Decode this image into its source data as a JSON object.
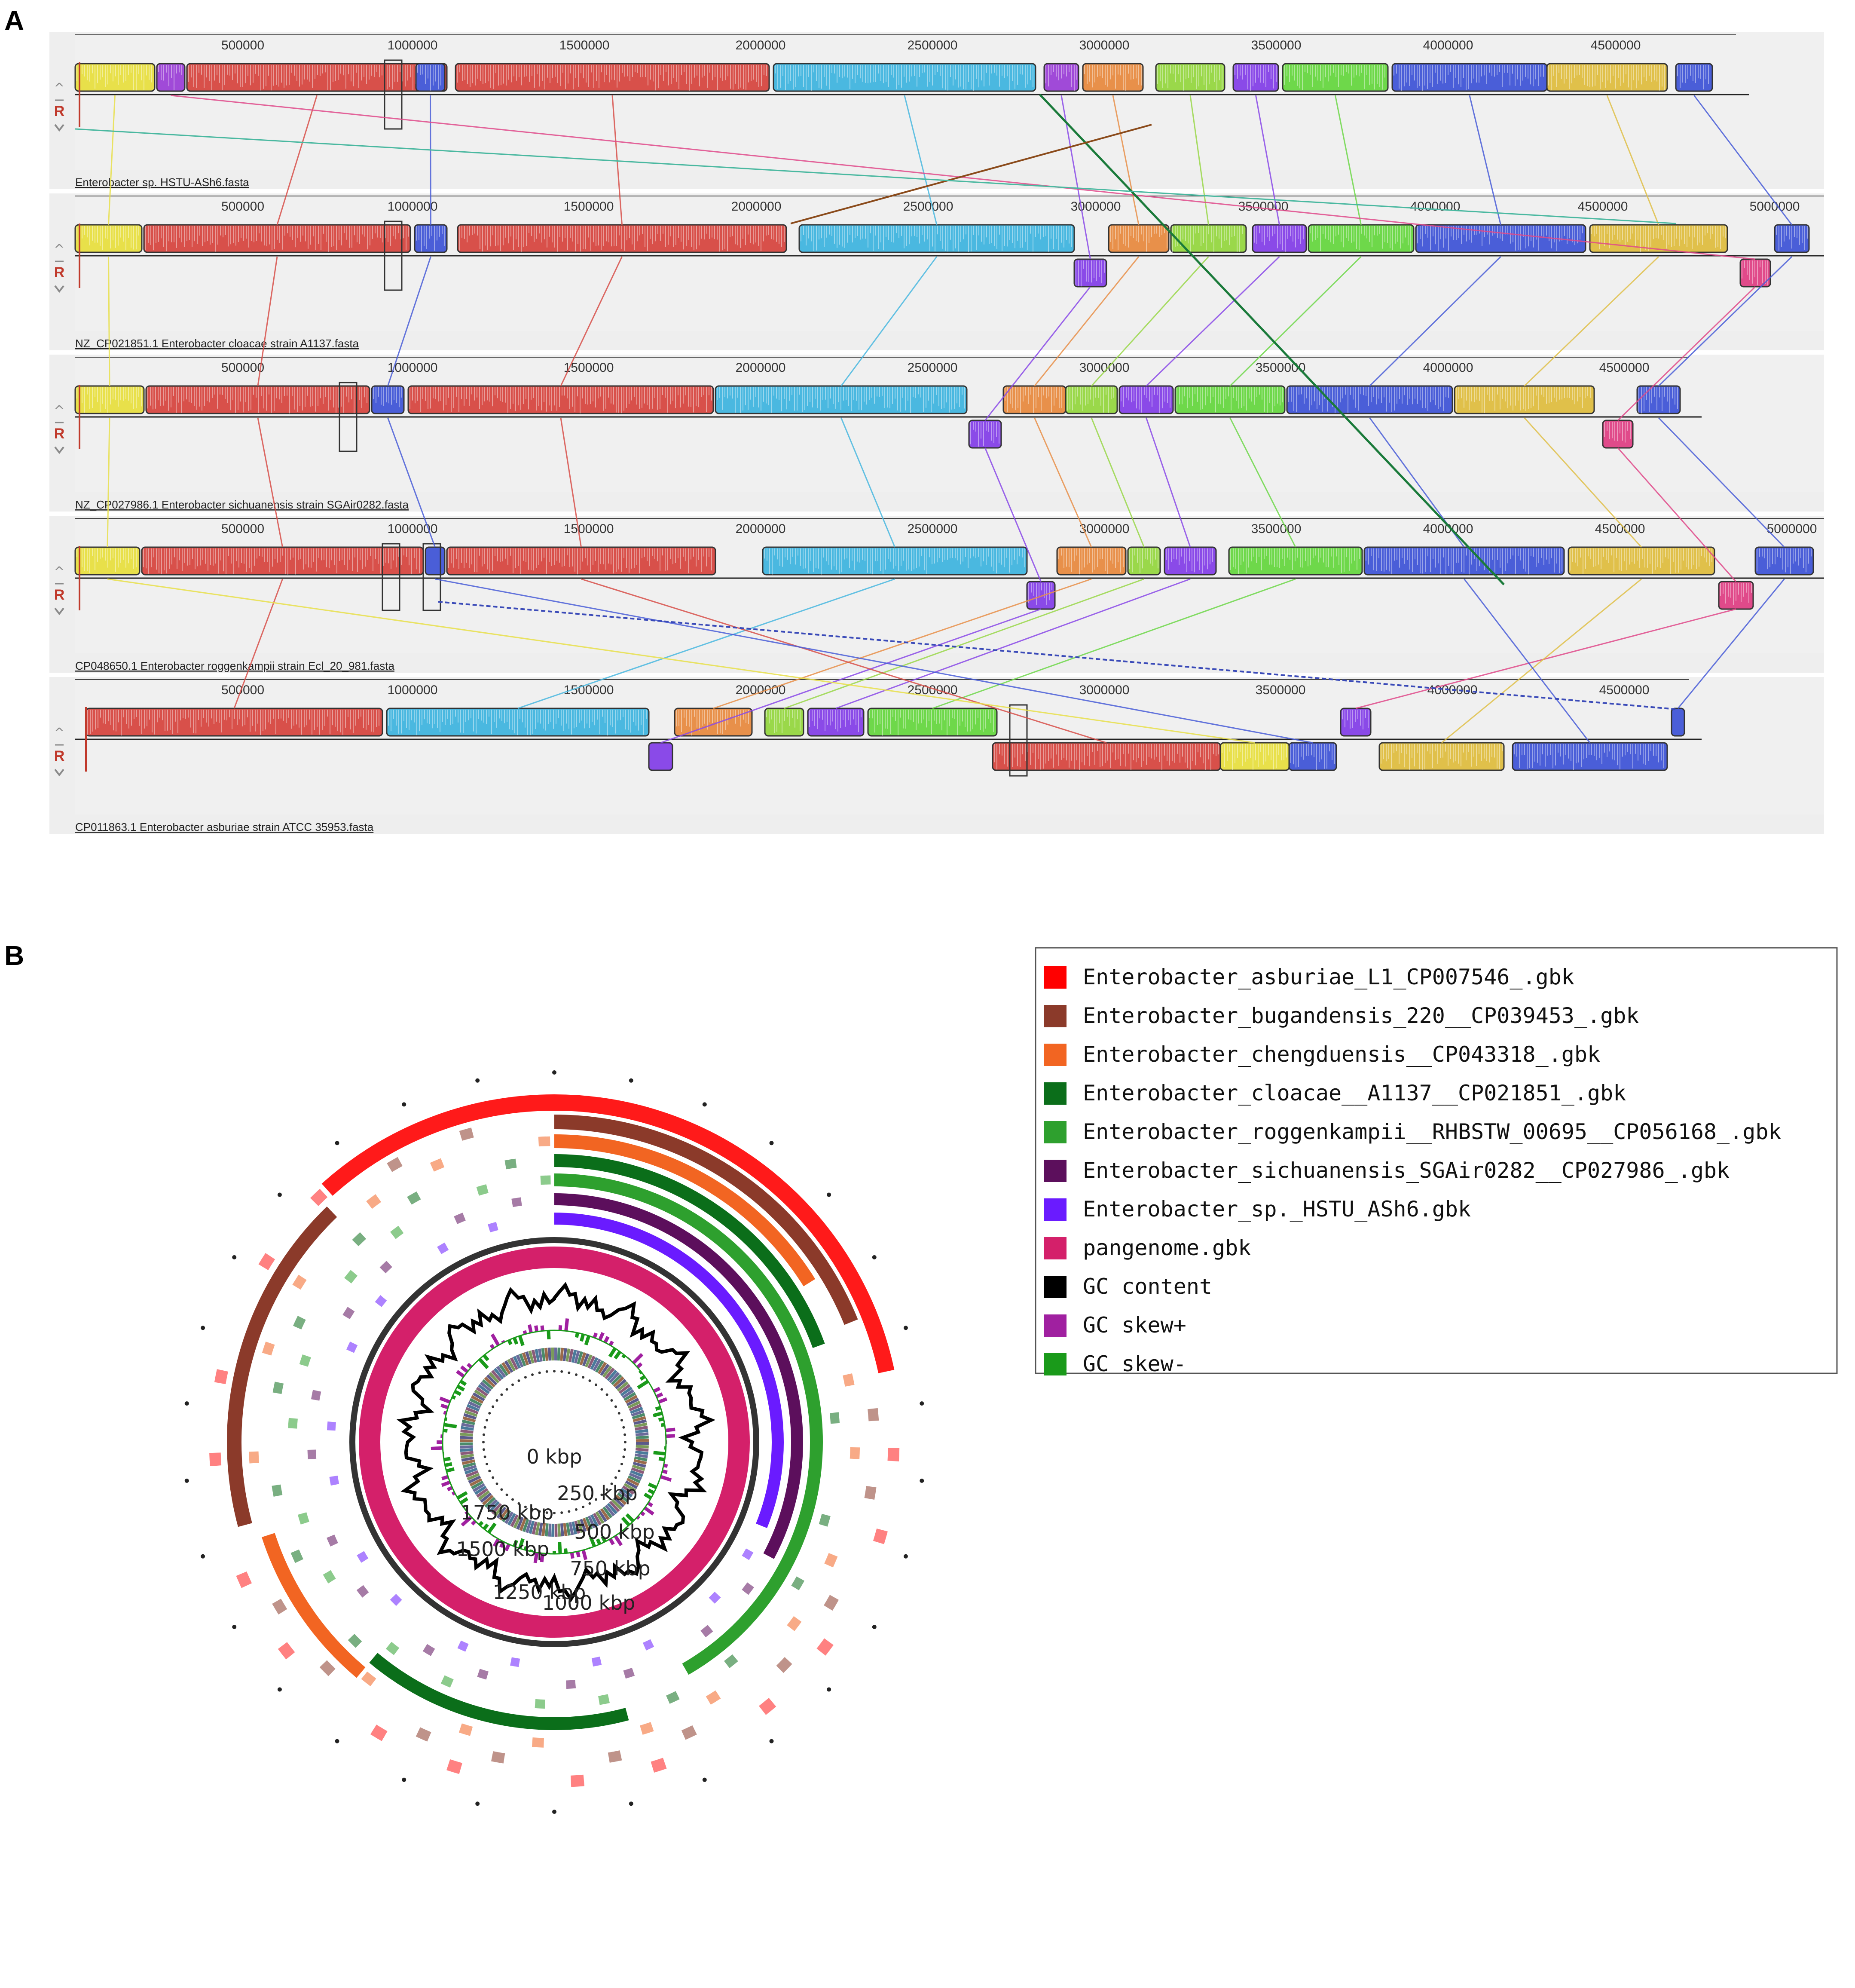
{
  "panel_a": {
    "letter": "A",
    "controls": {
      "up": "^",
      "reverse": "R",
      "down": "v",
      "dash": "−"
    },
    "genomes": [
      {
        "title": "Enterobacter sp. HSTU-ASh6.fasta",
        "ticks": [
          "500000",
          "1000000",
          "1500000",
          "2000000",
          "2500000",
          "3000000",
          "3500000",
          "4000000",
          "4500000"
        ]
      },
      {
        "title": "NZ_CP021851.1 Enterobacter cloacae strain A1137.fasta",
        "ticks": [
          "500000",
          "1000000",
          "1500000",
          "2000000",
          "2500000",
          "3000000",
          "3500000",
          "4000000",
          "4500000",
          "5000000"
        ]
      },
      {
        "title": "NZ_CP027986.1 Enterobacter sichuanensis strain SGAir0282.fasta",
        "ticks": [
          "500000",
          "1000000",
          "1500000",
          "2000000",
          "2500000",
          "3000000",
          "3500000",
          "4000000",
          "4500000"
        ]
      },
      {
        "title": "CP048650.1 Enterobacter roggenkampii strain Ecl_20_981.fasta",
        "ticks": [
          "500000",
          "1000000",
          "1500000",
          "2000000",
          "2500000",
          "3000000",
          "3500000",
          "4000000",
          "4500000",
          "5000000"
        ]
      },
      {
        "title": "CP011863.1 Enterobacter asburiae strain ATCC 35953.fasta",
        "ticks": [
          "500000",
          "1000000",
          "1500000",
          "2000000",
          "2500000",
          "3000000",
          "3500000",
          "4000000",
          "4500000"
        ]
      }
    ],
    "block_colors": {
      "yellow": "#e8e04a",
      "purple": "#a04ad8",
      "red": "#d8504a",
      "cyan": "#4ab8e0",
      "orange": "#e8904a",
      "lime": "#9ad84a",
      "violet": "#8a4ae8",
      "green": "#6ed84a",
      "blue": "#4a5ed8",
      "gold": "#e0c04a",
      "pink": "#e04a8a"
    }
  },
  "panel_b": {
    "letter": "B",
    "ring_labels": [
      "0 kbp",
      "250 kbp",
      "500 kbp",
      "750 kbp",
      "1000 kbp",
      "1250 kbp",
      "1500 kbp",
      "1750 kbp"
    ],
    "legend": [
      {
        "label": "Enterobacter_asburiae_L1_CP007546_.gbk",
        "color": "#ff0000"
      },
      {
        "label": "Enterobacter_bugandensis_220__CP039453_.gbk",
        "color": "#8b3a2a"
      },
      {
        "label": "Enterobacter_chengduensis__CP043318_.gbk",
        "color": "#f26522"
      },
      {
        "label": "Enterobacter_cloacae__A1137__CP021851_.gbk",
        "color": "#0b6e1a"
      },
      {
        "label": "Enterobacter_roggenkampii__RHBSTW_00695__CP056168_.gbk",
        "color": "#2ea02e"
      },
      {
        "label": "Enterobacter_sichuanensis_SGAir0282__CP027986_.gbk",
        "color": "#5c0f5c"
      },
      {
        "label": "Enterobacter_sp._HSTU_ASh6.gbk",
        "color": "#6a1bff"
      },
      {
        "label": "pangenome.gbk",
        "color": "#d4206a"
      },
      {
        "label": "GC content",
        "color": "#000000"
      },
      {
        "label": "GC skew+",
        "color": "#a020a0"
      },
      {
        "label": "GC skew-",
        "color": "#1a9a1a"
      }
    ]
  }
}
